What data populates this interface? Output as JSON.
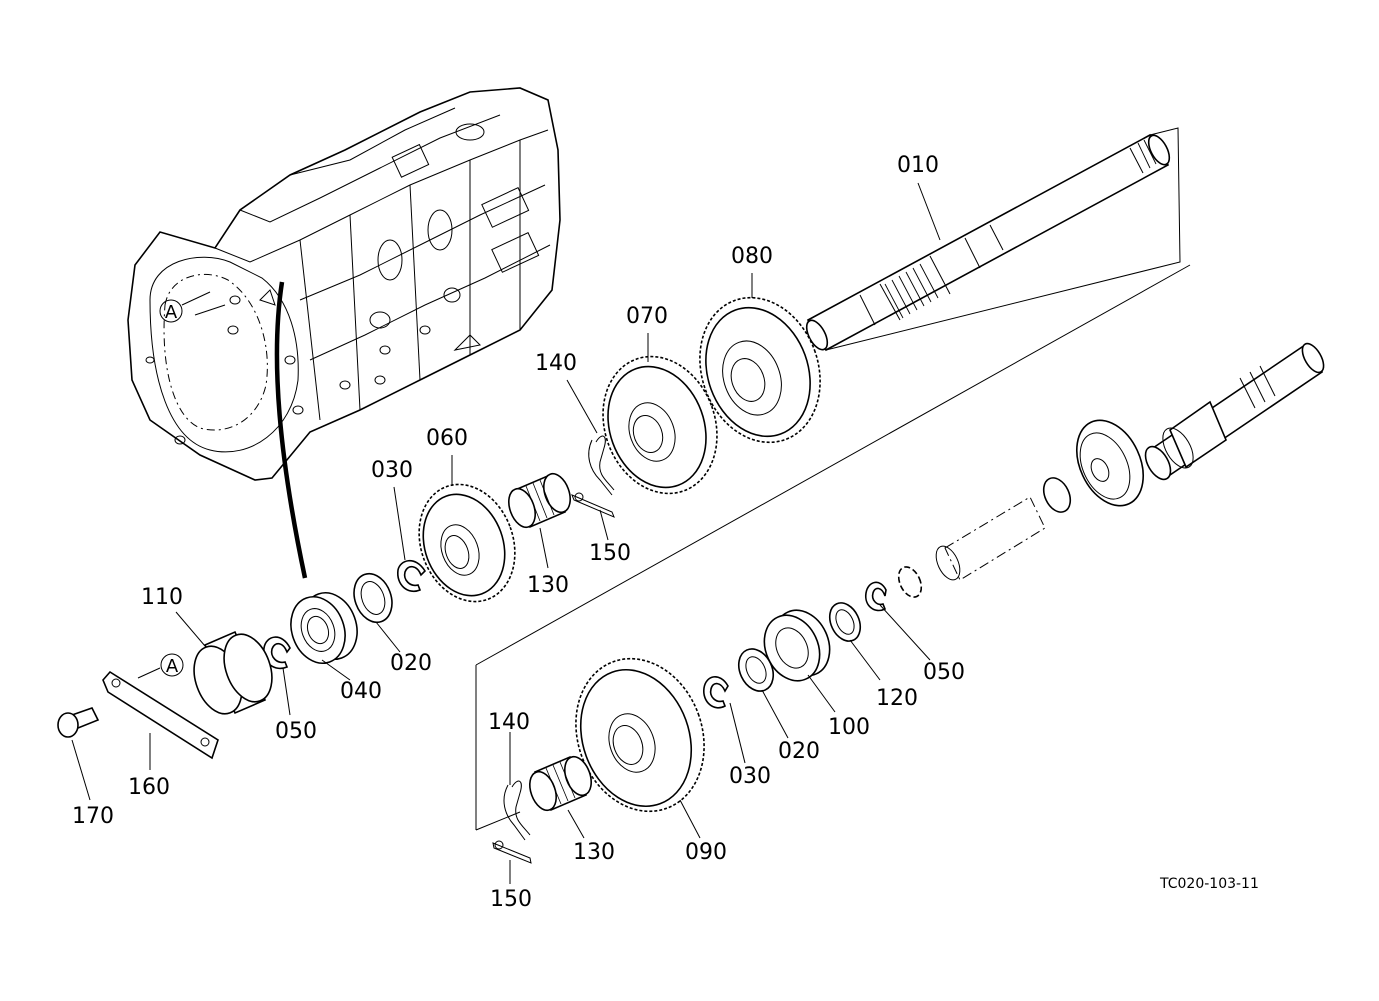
{
  "diagram": {
    "document_code": "TC020-103-11",
    "reference_mark": "A",
    "callouts": [
      {
        "id": "010",
        "label": "010"
      },
      {
        "id": "080",
        "label": "080"
      },
      {
        "id": "070",
        "label": "070"
      },
      {
        "id": "140a",
        "label": "140"
      },
      {
        "id": "060",
        "label": "060"
      },
      {
        "id": "030a",
        "label": "030"
      },
      {
        "id": "130a",
        "label": "130"
      },
      {
        "id": "150a",
        "label": "150"
      },
      {
        "id": "110",
        "label": "110"
      },
      {
        "id": "020a",
        "label": "020"
      },
      {
        "id": "040",
        "label": "040"
      },
      {
        "id": "050a",
        "label": "050"
      },
      {
        "id": "160",
        "label": "160"
      },
      {
        "id": "170",
        "label": "170"
      },
      {
        "id": "050b",
        "label": "050"
      },
      {
        "id": "120",
        "label": "120"
      },
      {
        "id": "100",
        "label": "100"
      },
      {
        "id": "020b",
        "label": "020"
      },
      {
        "id": "030b",
        "label": "030"
      },
      {
        "id": "140b",
        "label": "140"
      },
      {
        "id": "130b",
        "label": "130"
      },
      {
        "id": "090",
        "label": "090"
      },
      {
        "id": "150b",
        "label": "150"
      }
    ]
  }
}
